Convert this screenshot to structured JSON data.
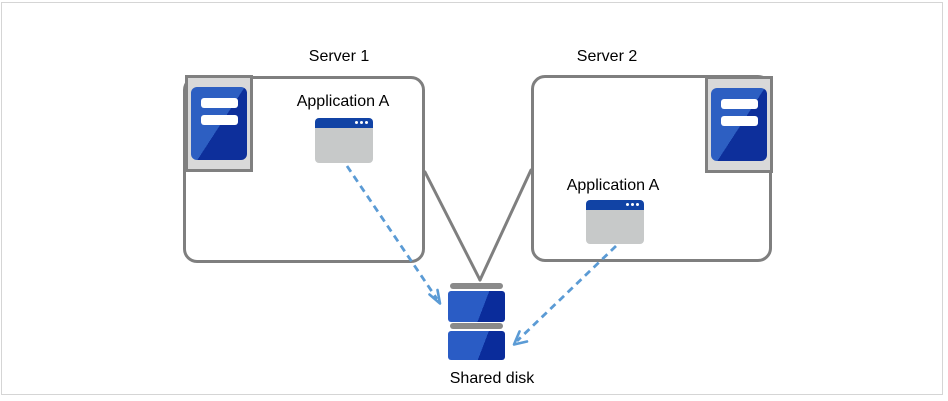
{
  "diagram": {
    "server1": {
      "label": "Server 1",
      "application_label": "Application A"
    },
    "server2": {
      "label": "Server 2",
      "application_label": "Application A"
    },
    "shared_disk": {
      "label": "Shared disk"
    },
    "icons": [
      "server1-tower-icon",
      "server2-tower-icon",
      "server1-app-window-icon",
      "server2-app-window-icon",
      "shared-disk-icon"
    ],
    "edges": [
      {
        "from": "server1-box",
        "to": "shared-disk",
        "style": "solid-gray-line"
      },
      {
        "from": "server2-box",
        "to": "shared-disk",
        "style": "solid-gray-line"
      },
      {
        "from": "server1-application",
        "to": "shared-disk",
        "style": "dashed-blue-arrow"
      },
      {
        "from": "server2-application",
        "to": "shared-disk",
        "style": "dashed-blue-arrow"
      }
    ]
  },
  "colors": {
    "page_border": "#d5d5d5",
    "box_border": "#7f7f7f",
    "line_gray": "#7f7f7f",
    "arrow_blue": "#5b9bd5",
    "server_blue_light": "#2d5fc2",
    "server_blue_dark": "#0d2f9b",
    "icon_frame_fill": "#d9d9d9",
    "icon_frame_border": "#808080",
    "app_titlebar": "#1143a5",
    "app_body": "#c7c9c9",
    "disk_bar_gray": "#8a8a8a",
    "disk_blue_light": "#2a5cc5",
    "disk_blue_dark": "#0a2c9b",
    "text": "#000000"
  }
}
